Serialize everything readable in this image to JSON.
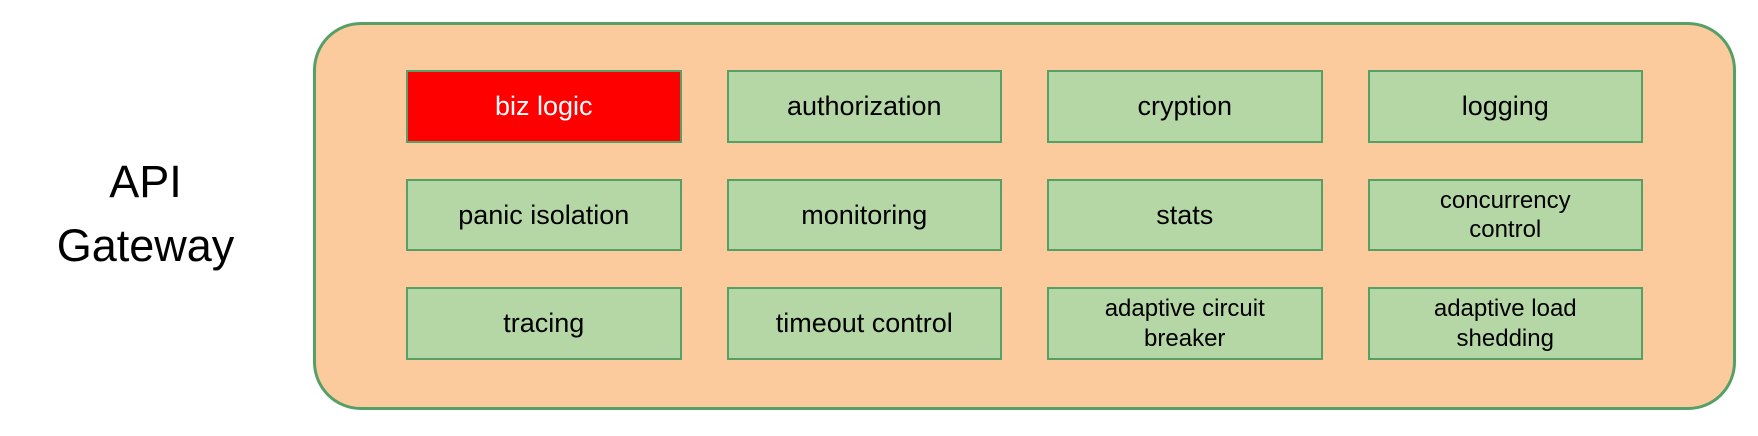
{
  "title": "API\nGateway",
  "colors": {
    "container_fill": "#FBCB9D",
    "container_border": "#55A066",
    "box_fill": "#B5D7A6",
    "box_border": "#55A066",
    "highlight_fill": "#FF0000",
    "highlight_text": "#FFFFFF",
    "text": "#000000"
  },
  "gateway": {
    "rows": [
      [
        {
          "label": "biz logic",
          "variant": "highlight"
        },
        {
          "label": "authorization"
        },
        {
          "label": "cryption"
        },
        {
          "label": "logging"
        }
      ],
      [
        {
          "label": "panic isolation"
        },
        {
          "label": "monitoring"
        },
        {
          "label": "stats"
        },
        {
          "label": "concurrency\ncontrol"
        }
      ],
      [
        {
          "label": "tracing"
        },
        {
          "label": "timeout control"
        },
        {
          "label": "adaptive circuit\nbreaker"
        },
        {
          "label": "adaptive load\nshedding"
        }
      ]
    ]
  }
}
